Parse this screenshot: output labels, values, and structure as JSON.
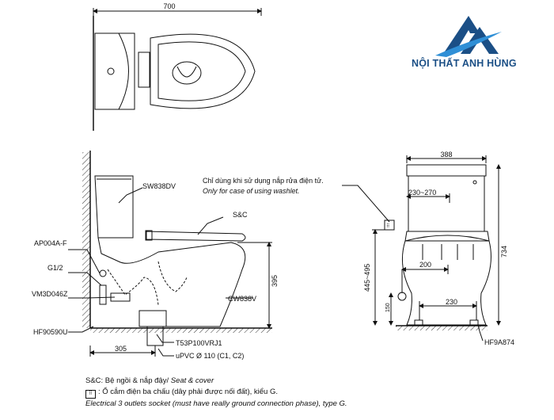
{
  "brand": {
    "name": "NỘI THẤT ANH HÙNG",
    "logo_icon": "anh-hung-logo-icon",
    "colors": {
      "primary": "#1b4f86",
      "accent": "#2f8fd6"
    }
  },
  "dimensions": {
    "top_width": "700",
    "side_depth": "305",
    "seat_height": "395",
    "front_width": "388",
    "total_height": "734",
    "inlet_range": "230~270",
    "outlet_height_range": "445~495",
    "front_inner": "200",
    "front_bottom": "230",
    "front_small": "150"
  },
  "parts": {
    "tank": "SW838DV",
    "seat": "S&C",
    "base": "CW838V",
    "ap": "AP004A-F",
    "g12": "G1/2",
    "vm": "VM3D046Z",
    "hf_left": "HF90590U",
    "trap": "T53P100VRJ1",
    "pipe": "uPVC Ø 110 (C1, C2)",
    "hf_right": "HF9A874"
  },
  "washlet_note": {
    "vi": "Chỉ dùng khi sử dụng nắp rửa điện tử.",
    "en": "Only for case of using washlet."
  },
  "notes": {
    "sc_vi": "S&C: Bệ ngồi & nắp đậy/",
    "sc_en": "Seat & cover",
    "socket_vi": ": Ổ cắm điện ba chấu (dây phải được nối đất), kiểu G.",
    "socket_en": "Electrical 3 outlets socket (must have really ground connection phase), type G.",
    "socket_icon": "socket-icon"
  }
}
